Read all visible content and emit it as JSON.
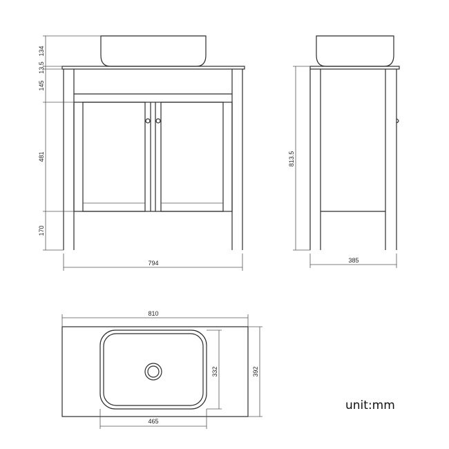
{
  "front_view": {
    "dim_basin_height": "134",
    "dim_top_thickness": "13.5",
    "dim_upper_rail": "145",
    "dim_door_height": "481",
    "dim_leg_height": "170",
    "dim_width": "794"
  },
  "side_view": {
    "dim_total_height": "813.5",
    "dim_depth": "385"
  },
  "top_view": {
    "dim_top_width": "810",
    "dim_top_depth": "392",
    "dim_basin_width": "465",
    "dim_basin_depth": "332"
  },
  "unit_label": "unit:mm"
}
